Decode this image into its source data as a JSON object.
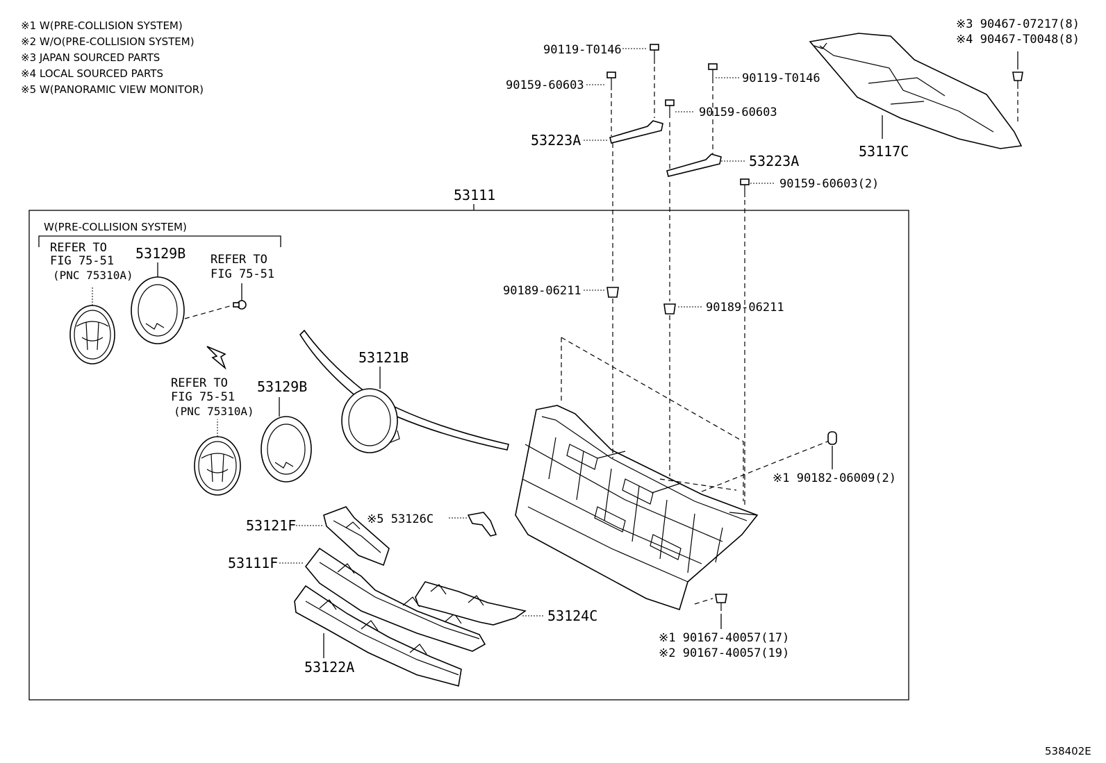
{
  "legend": [
    "※1 W(PRE-COLLISION SYSTEM)",
    "※2 W/O(PRE-COLLISION SYSTEM)",
    "※3 JAPAN SOURCED PARTS",
    "※4 LOCAL SOURCED PARTS",
    "※5 W(PANORAMIC VIEW MONITOR)"
  ],
  "group": {
    "main_part": "53111",
    "subgroup_title": "W(PRE-COLLISION SYSTEM)"
  },
  "refs": {
    "r1_line1": "REFER TO",
    "r1_line2": "FIG 75-51",
    "r1_line3": "(PNC 75310A)",
    "r2_line1": "REFER TO",
    "r2_line2": "FIG 75-51",
    "r3_line1": "REFER TO",
    "r3_line2": "FIG 75-51",
    "r3_line3": "(PNC 75310A)"
  },
  "parts": {
    "p_90119_a": "90119-T0146",
    "p_90159_a": "90159-60603",
    "p_90119_b": "90119-T0146",
    "p_90159_b": "90159-60603",
    "p_53223a_l": "53223A",
    "p_53223a_r": "53223A",
    "p_90159_c": "90159-60603(2)",
    "p_90467_1": "※3 90467-07217(8)",
    "p_90467_2": "※4 90467-T0048(8)",
    "p_53117c": "53117C",
    "p_53129b_a": "53129B",
    "p_53129b_b": "53129B",
    "p_53121b": "53121B",
    "p_90189_a": "90189-06211",
    "p_90189_b": "90189-06211",
    "p_90182": "※1 90182-06009(2)",
    "p_53126c": "※5 53126C",
    "p_53121f": "53121F",
    "p_53111f": "53111F",
    "p_53124c": "53124C",
    "p_53122a": "53122A",
    "p_90167_1": "※1 90167-40057(17)",
    "p_90167_2": "※2 90167-40057(19)"
  },
  "figure_id": "538402E"
}
